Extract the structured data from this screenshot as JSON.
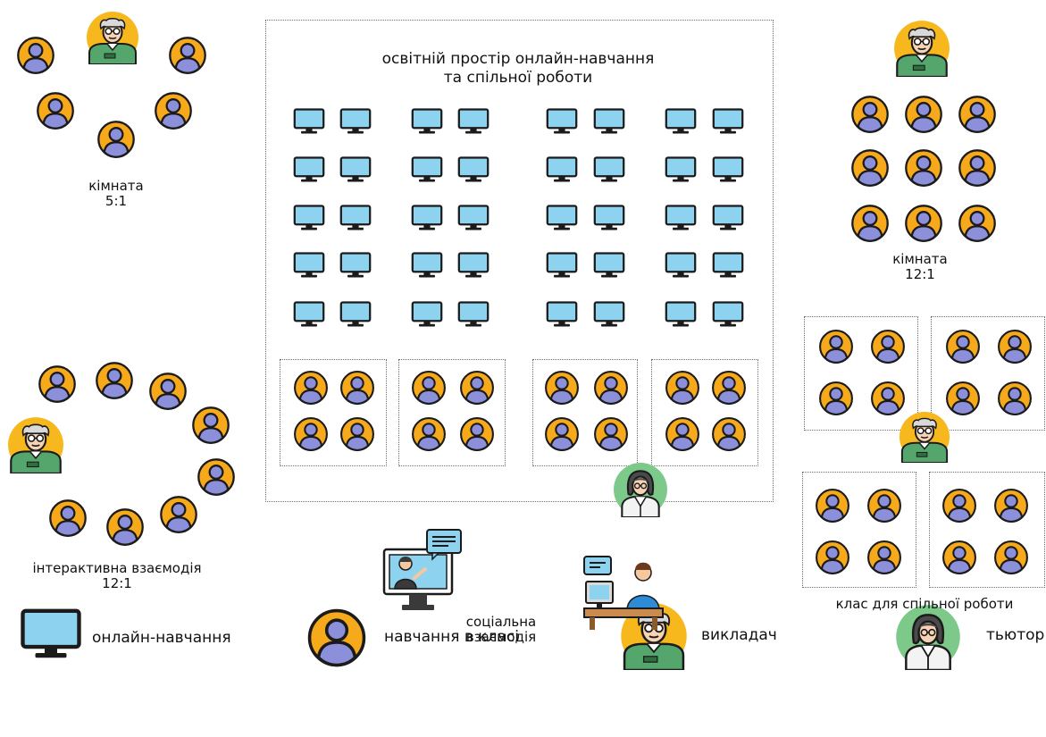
{
  "main_space": {
    "title_line1": "освітній простір онлайн-навчання",
    "title_line2": "та спільної роботи"
  },
  "room_5_1": {
    "line1": "кімната",
    "line2": "5:1"
  },
  "room_12_1": {
    "line1": "кімната",
    "line2": "12:1"
  },
  "interactive": {
    "line1": "інтерактивна взаємодія",
    "line2": "12:1"
  },
  "social": {
    "line1": "соціальна",
    "line2": "взаємодія"
  },
  "collab_class": {
    "label": "клас для спільної роботи"
  },
  "legend": {
    "online": "онлайн-навчання",
    "classroom": "навчання в класі",
    "teacher": "викладач",
    "tutor": "тьютор"
  },
  "icons": {
    "computer": "computer-monitor-icon",
    "student": "student-avatar-icon",
    "teacher": "teacher-avatar-icon",
    "tutor": "tutor-avatar-icon",
    "video_call": "video-call-icon",
    "desk_worker": "desk-worker-icon"
  },
  "colors": {
    "student_bg": "#F6A91B",
    "student_figure": "#8C8FD9",
    "monitor": "#8DD3F0",
    "teacher_bg": "#F6B81C",
    "teacher_shirt": "#55A66C",
    "tutor_bg": "#7CC98A",
    "outline": "#1B1B1B"
  }
}
